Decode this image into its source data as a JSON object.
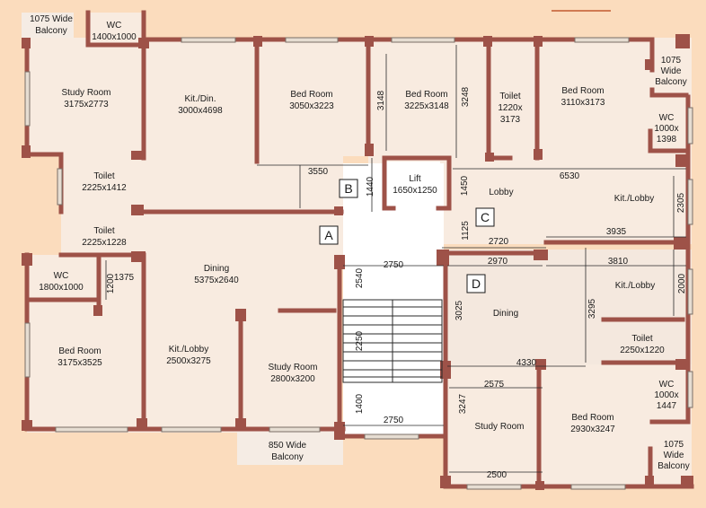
{
  "rooms": {
    "balcony_tl": {
      "name": "1075 Wide",
      "name2": "Balcony"
    },
    "wc_top": {
      "name": "WC",
      "size": "1400x1000"
    },
    "study_l": {
      "name": "Study Room",
      "size": "3175x2773"
    },
    "kit_din": {
      "name": "Kit./Din.",
      "size": "3000x4698"
    },
    "bed_1": {
      "name": "Bed Room",
      "size": "3050x3223"
    },
    "bed_2": {
      "name": "Bed Room",
      "size": "3225x3148"
    },
    "toilet_tr": {
      "name": "Toilet",
      "size1": "1220x",
      "size2": "3173"
    },
    "bed_tr": {
      "name": "Bed Room",
      "size": "3110x3173"
    },
    "balcony_tr": {
      "name": "1075",
      "name2": "Wide",
      "name3": "Balcony"
    },
    "wc_tr": {
      "name": "WC",
      "size1": "1000x",
      "size2": "1398"
    },
    "toilet_l1": {
      "name": "Toilet",
      "size": "2225x1412"
    },
    "lift": {
      "name": "Lift",
      "size": "1650x1250"
    },
    "lobby": {
      "name": "Lobby"
    },
    "kit_lobby_r": {
      "name": "Kit./Lobby"
    },
    "toilet_l2": {
      "name": "Toilet",
      "size": "2225x1228"
    },
    "wc_l": {
      "name": "WC",
      "size": "1800x1000"
    },
    "dining_l": {
      "name": "Dining",
      "size": "5375x2640"
    },
    "kit_lobby_r2": {
      "name": "Kit./Lobby"
    },
    "dining_r": {
      "name": "Dining"
    },
    "bed_bl": {
      "name": "Bed Room",
      "size": "3175x3525"
    },
    "kit_lobby_l": {
      "name": "Kit./Lobby",
      "size": "2500x3275"
    },
    "study_c": {
      "name": "Study Room",
      "size": "2800x3200"
    },
    "toilet_r": {
      "name": "Toilet",
      "size": "2250x1220"
    },
    "wc_br": {
      "name": "WC",
      "size1": "1000x",
      "size2": "1447"
    },
    "balcony_b": {
      "name": "850 Wide",
      "name2": "Balcony"
    },
    "study_r": {
      "name": "Study Room"
    },
    "bed_br": {
      "name": "Bed Room",
      "size": "2930x3247"
    },
    "balcony_br": {
      "name": "1075",
      "name2": "Wide",
      "name3": "Balcony"
    }
  },
  "tags": [
    "A",
    "B",
    "C",
    "D"
  ],
  "dims": {
    "d3148": "3148",
    "d3248": "3248",
    "d3550": "3550",
    "d1440": "1440",
    "d1450": "1450",
    "d6530": "6530",
    "d2305": "2305",
    "d1125": "1125",
    "d2720": "2720",
    "d3935": "3935",
    "d2750a": "2750",
    "d2970": "2970",
    "d3810": "3810",
    "d2540": "2540",
    "d2000": "2000",
    "d1200": "1200",
    "d1375": "1375",
    "d3025": "3025",
    "d3295": "3295",
    "d2250": "2250",
    "d4330": "4330",
    "d2575": "2575",
    "d3247": "3247",
    "d1400": "1400",
    "d2750b": "2750",
    "d2500": "2500"
  },
  "colors": {
    "background": "#fbdcbd",
    "floor": "#f8ebe0",
    "wall": "#9e5248"
  }
}
